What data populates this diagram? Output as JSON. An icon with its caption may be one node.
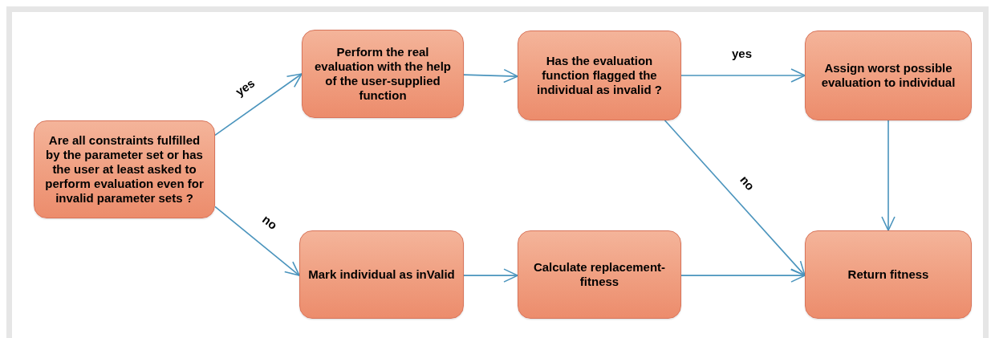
{
  "diagram": {
    "nodes": [
      {
        "text": [
          "Are all constraints fulfilled by the parameter set or has the user at least asked to perform evaluation even for invalid parameter sets ?"
        ]
      },
      {
        "text": [
          "Perform the real evaluation with the help of the user-supplied function"
        ]
      },
      {
        "text": [
          "Has the evaluation function flagged the individual as invalid ?"
        ]
      },
      {
        "text": [
          "Assign worst possible evaluation to individual"
        ]
      },
      {
        "text": [
          "Mark individual as inValid"
        ]
      },
      {
        "text": [
          "Calculate replacement-fitness"
        ]
      },
      {
        "text": [
          "Return fitness"
        ]
      }
    ],
    "edges": [
      {
        "from": 0,
        "to": 1,
        "arrow": "to",
        "label": "yes"
      },
      {
        "from": 0,
        "to": 4,
        "arrow": "to",
        "label": "no"
      },
      {
        "from": 1,
        "to": 2,
        "arrow": "to"
      },
      {
        "from": 2,
        "to": 3,
        "arrow": "to",
        "label": "yes"
      },
      {
        "from": 2,
        "to": 6,
        "arrow": "to",
        "label": "no"
      },
      {
        "from": 3,
        "to": 6,
        "arrow": "to"
      },
      {
        "from": 4,
        "to": 5,
        "arrow": "to"
      },
      {
        "from": 5,
        "to": 6,
        "arrow": "to"
      }
    ]
  }
}
